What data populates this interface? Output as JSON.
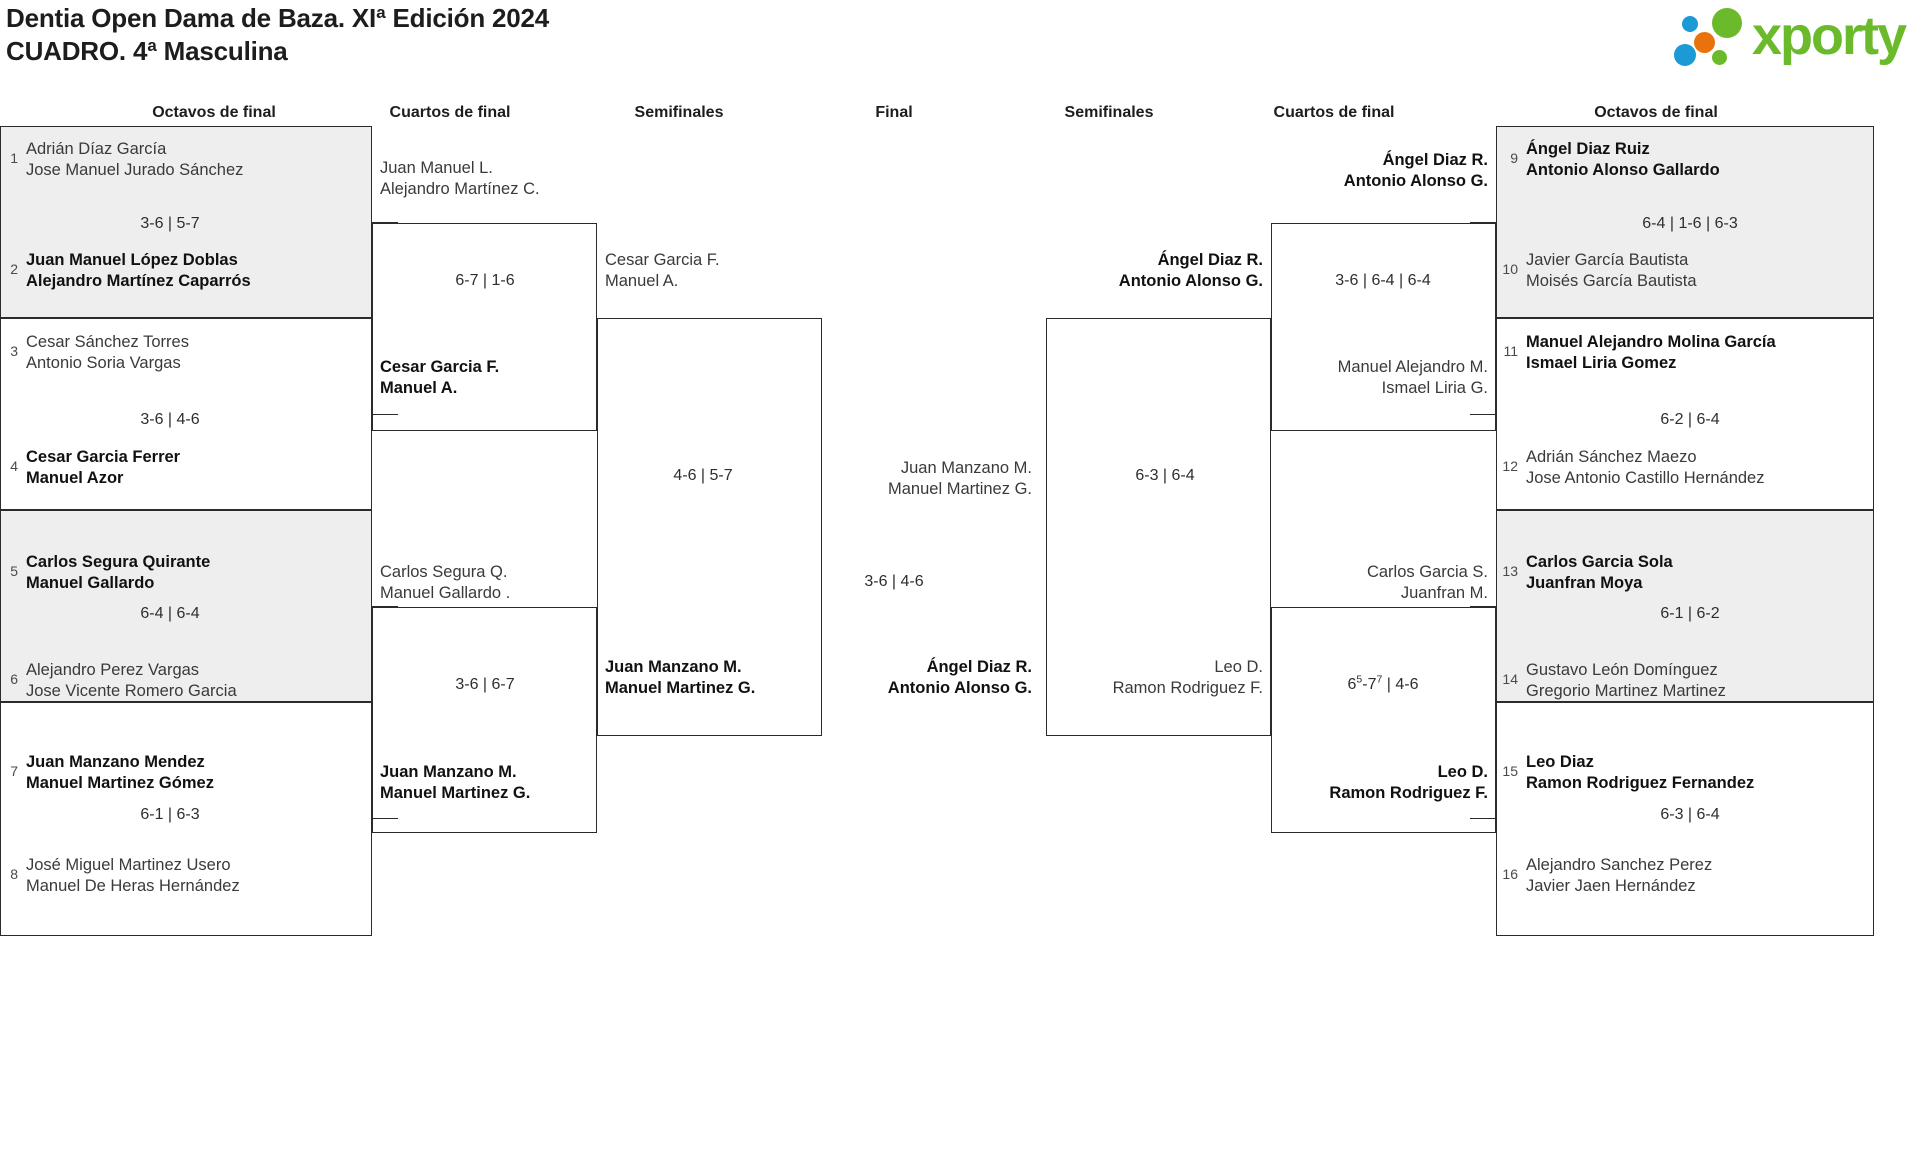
{
  "header": {
    "title_line1": "Dentia Open Dama de Baza. XIª Edición 2024",
    "title_line2": "CUADRO. 4ª Masculina",
    "logo": {
      "wordmark": "xporty",
      "green": "#6aba2c",
      "orange": "#e8730c",
      "blue": "#1b9ad6"
    }
  },
  "round_headers": {
    "left_r16": "Octavos de final",
    "left_qf": "Cuartos de final",
    "left_sf": "Semifinales",
    "final": "Final",
    "right_sf": "Semifinales",
    "right_qf": "Cuartos de final",
    "right_r16": "Octavos de final"
  },
  "left_r16": {
    "entrants": [
      {
        "seed": "1",
        "line1": "Adrián Díaz García",
        "line2": "Jose Manuel Jurado Sánchez",
        "winner": false
      },
      {
        "seed": "2",
        "line1": "Juan Manuel López Doblas",
        "line2": "Alejandro Martínez Caparrós",
        "winner": true
      },
      {
        "seed": "3",
        "line1": "Cesar Sánchez Torres",
        "line2": "Antonio Soria Vargas",
        "winner": false
      },
      {
        "seed": "4",
        "line1": "Cesar Garcia Ferrer",
        "line2": "Manuel Azor",
        "winner": true
      },
      {
        "seed": "5",
        "line1": "Carlos Segura Quirante",
        "line2": "Manuel Gallardo",
        "winner": true
      },
      {
        "seed": "6",
        "line1": "Alejandro Perez Vargas",
        "line2": "Jose Vicente Romero Garcia",
        "winner": false
      },
      {
        "seed": "7",
        "line1": "Juan Manzano Mendez",
        "line2": "Manuel Martinez Gómez",
        "winner": true
      },
      {
        "seed": "8",
        "line1": "José Miguel Martinez Usero",
        "line2": "Manuel De Heras Hernández",
        "winner": false
      }
    ],
    "scores": [
      "3-6 | 5-7",
      "3-6 | 4-6",
      "6-4 | 6-4",
      "6-1 | 6-3"
    ]
  },
  "right_r16": {
    "entrants": [
      {
        "seed": "9",
        "line1": "Ángel Diaz Ruiz",
        "line2": "Antonio Alonso Gallardo",
        "winner": true
      },
      {
        "seed": "10",
        "line1": "Javier García Bautista",
        "line2": "Moisés García Bautista",
        "winner": false
      },
      {
        "seed": "11",
        "line1": "Manuel Alejandro Molina García",
        "line2": "Ismael Liria Gomez",
        "winner": true
      },
      {
        "seed": "12",
        "line1": "Adrián Sánchez Maezo",
        "line2": "Jose Antonio Castillo Hernández",
        "winner": false
      },
      {
        "seed": "13",
        "line1": "Carlos Garcia Sola",
        "line2": "Juanfran Moya",
        "winner": true
      },
      {
        "seed": "14",
        "line1": "Gustavo León Domínguez",
        "line2": "Gregorio Martinez Martinez",
        "winner": false
      },
      {
        "seed": "15",
        "line1": "Leo Diaz",
        "line2": "Ramon Rodriguez Fernandez",
        "winner": true
      },
      {
        "seed": "16",
        "line1": "Alejandro Sanchez Perez",
        "line2": "Javier Jaen Hernández",
        "winner": false
      }
    ],
    "scores": [
      "6-4 | 1-6 | 6-3",
      "6-2 | 6-4",
      "6-1 | 6-2",
      "6-3 | 6-4"
    ]
  },
  "left_qf": {
    "entrants": [
      {
        "line1": "Juan Manuel L.",
        "line2": "Alejandro Martínez C.",
        "winner": false
      },
      {
        "line1": "Cesar Garcia F.",
        "line2": "Manuel A.",
        "winner": true
      },
      {
        "line1": "Carlos Segura Q.",
        "line2": "Manuel Gallardo .",
        "winner": false
      },
      {
        "line1": "Juan Manzano M.",
        "line2": "Manuel Martinez G.",
        "winner": true
      }
    ],
    "scores": [
      "6-7 | 1-6",
      "3-6 | 6-7"
    ]
  },
  "right_qf": {
    "entrants": [
      {
        "line1": "Ángel Diaz R.",
        "line2": "Antonio Alonso G.",
        "winner": true
      },
      {
        "line1": "Manuel Alejandro M.",
        "line2": "Ismael Liria G.",
        "winner": false
      },
      {
        "line1": "Carlos Garcia S.",
        "line2": "Juanfran M.",
        "winner": false
      },
      {
        "line1": "Leo D.",
        "line2": "Ramon Rodriguez F.",
        "winner": true
      }
    ],
    "scores": [
      "3-6 | 6-4 | 6-4",
      "6<sup>5</sup>-7<sup>7</sup> | 4-6"
    ]
  },
  "left_sf": {
    "entrants": [
      {
        "line1": "Cesar Garcia F.",
        "line2": "Manuel A.",
        "winner": false
      },
      {
        "line1": "Juan Manzano M.",
        "line2": "Manuel Martinez G.",
        "winner": true
      }
    ],
    "scores": [
      "4-6 | 5-7"
    ]
  },
  "right_sf": {
    "entrants": [
      {
        "line1": "Ángel Diaz R.",
        "line2": "Antonio Alonso G.",
        "winner": true
      },
      {
        "line1": "Leo D.",
        "line2": "Ramon Rodriguez F.",
        "winner": false
      }
    ],
    "scores": [
      "6-3 | 6-4"
    ]
  },
  "final": {
    "entrants": [
      {
        "line1": "Juan Manzano M.",
        "line2": "Manuel Martinez G.",
        "winner": false
      },
      {
        "line1": "Ángel Diaz R.",
        "line2": "Antonio Alonso G.",
        "winner": true
      }
    ],
    "scores": [
      "3-6 | 4-6"
    ]
  }
}
